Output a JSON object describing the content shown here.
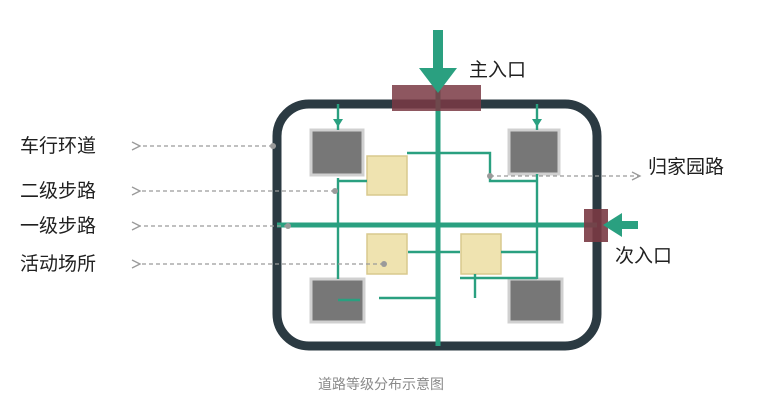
{
  "diagram": {
    "labels": {
      "main_entrance": "主入口",
      "secondary_entrance": "次入口",
      "ring_road": "车行环道",
      "secondary_path": "二级步路",
      "primary_path": "一级步路",
      "activity_area": "活动场所",
      "home_road": "归家园路"
    },
    "caption": "道路等级分布示意图",
    "colors": {
      "ring_road": "#2b3a42",
      "path": "#2aa080",
      "gate": "#7a3a44",
      "building_fill": "#777777",
      "building_stroke": "#d0d0d0",
      "activity_fill": "#efe3b0",
      "activity_stroke": "#d9c98e",
      "leader": "#9a9a9a",
      "text": "#1f1f1f",
      "caption": "#8a8a8a"
    },
    "icons": {
      "main_arrow": "arrow-down-icon",
      "secondary_arrow": "arrow-left-icon"
    }
  }
}
